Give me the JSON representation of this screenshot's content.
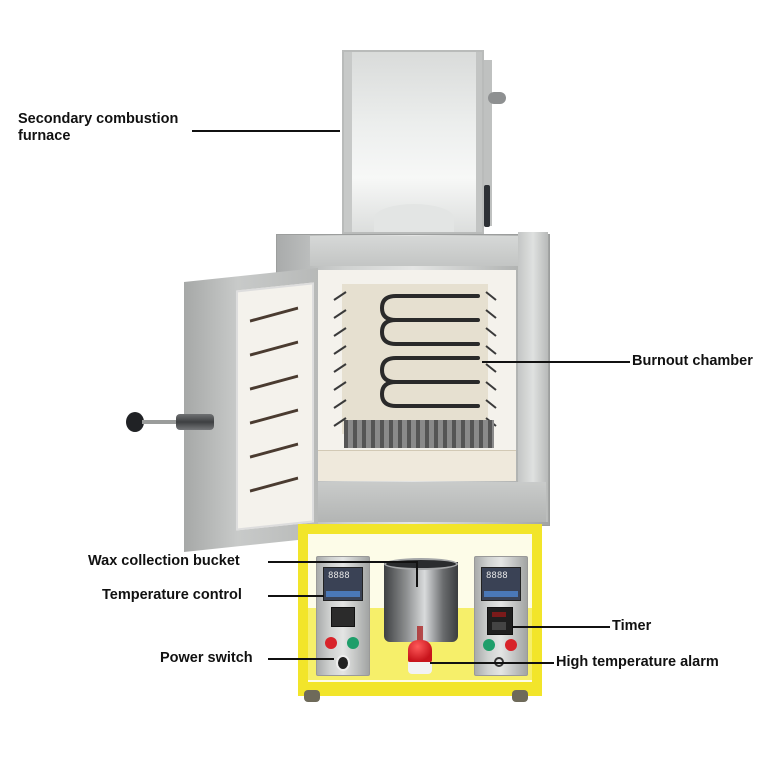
{
  "figure": {
    "subject": "Wax burnout furnace with secondary combustion chamber",
    "background_color": "#ffffff",
    "frame_color": "#f2e52a",
    "label_color": "#111111"
  },
  "labels": {
    "secondary_combustion": {
      "line1": "Secondary combustion",
      "line2": "furnace"
    },
    "burnout_chamber": "Burnout chamber",
    "wax_bucket": "Wax collection bucket",
    "temperature_control": "Temperature control",
    "power_switch": "Power switch",
    "timer": "Timer",
    "high_temp_alarm": "High temperature alarm"
  },
  "controllers": {
    "left_display": "8888",
    "right_display": "8888"
  },
  "indicator_colors": {
    "red": "#d8232a",
    "green": "#1e9e6a",
    "alarm_red": "#c8141c"
  }
}
